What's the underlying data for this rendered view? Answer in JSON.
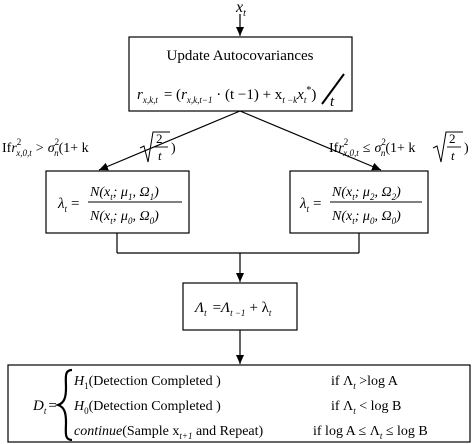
{
  "input": {
    "var": "x",
    "sub": "t"
  },
  "update_box": {
    "title": "Update Autocovariances",
    "lhs": "r",
    "lhs_sub": "x,k,t",
    "rhs_r": "r",
    "rhs_r_sub": "x,k,t−1",
    "rhs_middle": "(t −1) + x",
    "rhs_x_sub": "t −k",
    "rhs_x2": "x",
    "rhs_x2_sub": "t",
    "rhs_x2_sup": "*",
    "divisor": "t"
  },
  "conditions": {
    "left": {
      "prefix": "If",
      "r": "r",
      "r_sub": "x,0,t",
      "r_sup": "2",
      "op": ">",
      "sigma": "σ",
      "sigma_sub": "n",
      "sigma_sup": "2",
      "tail": "(1+ k",
      "frac_num": "2",
      "frac_den": "t",
      "close": ")"
    },
    "right": {
      "prefix": "If",
      "r": "r",
      "r_sub": "x,0,t",
      "r_sup": "2",
      "op": "≤",
      "sigma": "σ",
      "sigma_sub": "n",
      "sigma_sup": "2",
      "tail": "(1+ k",
      "frac_num": "2",
      "frac_den": "t",
      "close": ")"
    }
  },
  "lambda_left": {
    "lhs": "λ",
    "lhs_sub": "t",
    "num": "N(x",
    "num_sub": "t",
    "num_rest": "; μ",
    "num_mu_sub": "1",
    "num_end": ", Ω",
    "num_om_sub": "1",
    "num_close": ")",
    "den": "N(x",
    "den_sub": "t",
    "den_rest": "; μ",
    "den_mu_sub": "0",
    "den_end": ", Ω",
    "den_om_sub": "0",
    "den_close": ")"
  },
  "lambda_right": {
    "lhs": "λ",
    "lhs_sub": "t",
    "num": "N(x",
    "num_sub": "t",
    "num_rest": "; μ",
    "num_mu_sub": "2",
    "num_end": ", Ω",
    "num_om_sub": "2",
    "num_close": ")",
    "den": "N(x",
    "den_sub": "t",
    "den_rest": "; μ",
    "den_mu_sub": "0",
    "den_end": ", Ω",
    "den_om_sub": "0",
    "den_close": ")"
  },
  "accumulate": {
    "lhs": "Λ",
    "lhs_sub": "t",
    "rhs": "Λ",
    "rhs_sub": "t −1",
    "plus": "+ λ",
    "plus_sub": "t"
  },
  "decision": {
    "lhs": "D",
    "lhs_sub": "t",
    "rows": [
      {
        "head": "H",
        "head_sub": "1",
        "text": "(Detection Completed )",
        "cond": "if Λ",
        "cond_sub": "t",
        "cond_rest": " >log A"
      },
      {
        "head": "H",
        "head_sub": "0",
        "text": "(Detection Completed )",
        "cond": "if Λ",
        "cond_sub": "t",
        "cond_rest": " < log B"
      },
      {
        "head": "continue",
        "head_sub": "",
        "text": "(Sample x",
        "text_sub": "t+1",
        "text_rest": " and Repeat)",
        "cond": "if log A ≤ Λ",
        "cond_sub": "t",
        "cond_rest": " ≤ log B"
      }
    ]
  }
}
